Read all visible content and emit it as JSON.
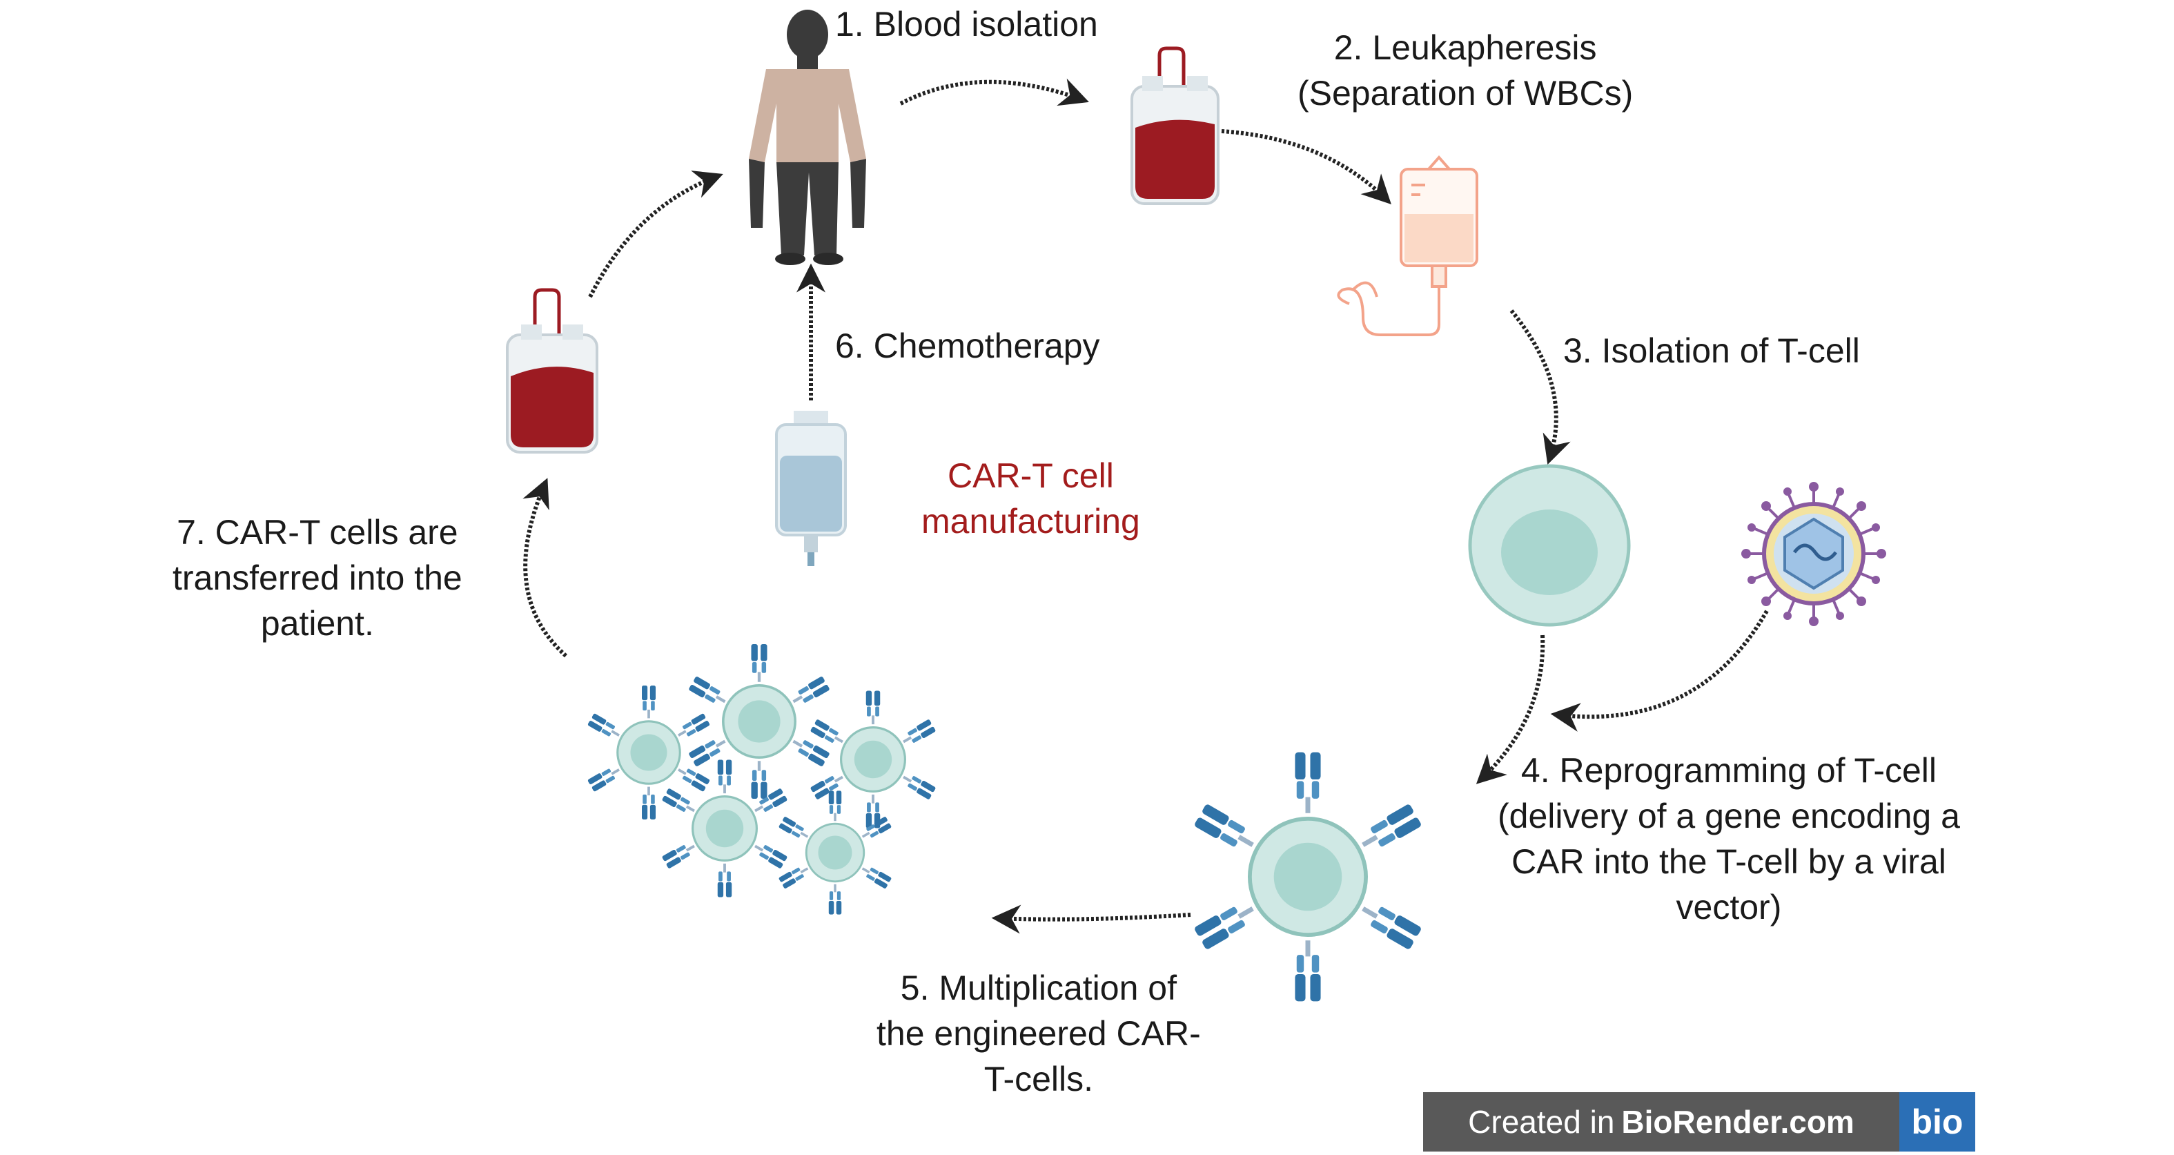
{
  "steps": {
    "s1": "1. Blood isolation",
    "s2": [
      "2. Leukapheresis",
      "(Separation of WBCs)"
    ],
    "s3": "3. Isolation of T-cell",
    "s4": [
      "4. Reprogramming of T-cell",
      "(delivery of a gene encoding a",
      "CAR into the T-cell by a viral",
      "vector)"
    ],
    "s5": [
      "5. Multiplication of",
      "the engineered CAR-",
      "T-cells."
    ],
    "s6": "6. Chemotherapy",
    "s7": [
      "7. CAR-T cells are",
      "transferred into the",
      "patient."
    ]
  },
  "center": [
    "CAR-T cell",
    "manufacturing"
  ],
  "badge": {
    "prefix": "Created in",
    "brand": "BioRender.com",
    "logo": "bio"
  },
  "icons": [
    "person-icon",
    "blood-bag-icon",
    "leukapheresis-bag-icon",
    "t-cell-icon",
    "viral-vector-icon",
    "car-t-cell-icon",
    "car-t-cell-cluster-icon",
    "iv-bag-icon",
    "blood-bag-return-icon"
  ],
  "colors": {
    "blood": "#9c1b22",
    "t_cell_fill": "#cfe8e4",
    "receptor": "#2f73a8",
    "center_text": "#a31c1c",
    "virus": "#8a5aa0"
  }
}
